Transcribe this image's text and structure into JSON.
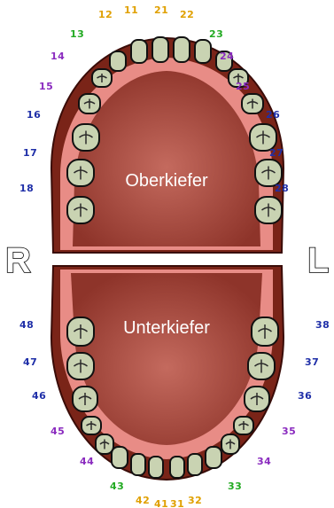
{
  "jaws": {
    "upper_label": "Oberkiefer",
    "lower_label": "Unterkiefer"
  },
  "sides": {
    "right": "R",
    "left": "L"
  },
  "number_colors": {
    "incisor": "#E0A000",
    "canine": "#22AA22",
    "premolar": "#8A2BBF",
    "molar": "#1F2FA8"
  },
  "colors": {
    "gum_outer": "#7A2418",
    "gum_pink": "#E88C86",
    "palate": "#A8463C",
    "tooth": "#C9D3B2",
    "tooth_outline": "#111111"
  },
  "upper_teeth": [
    {
      "number": "18",
      "group": "molar"
    },
    {
      "number": "17",
      "group": "molar"
    },
    {
      "number": "16",
      "group": "molar"
    },
    {
      "number": "15",
      "group": "premolar"
    },
    {
      "number": "14",
      "group": "premolar"
    },
    {
      "number": "13",
      "group": "canine"
    },
    {
      "number": "12",
      "group": "incisor"
    },
    {
      "number": "11",
      "group": "incisor"
    },
    {
      "number": "21",
      "group": "incisor"
    },
    {
      "number": "22",
      "group": "incisor"
    },
    {
      "number": "23",
      "group": "canine"
    },
    {
      "number": "24",
      "group": "premolar"
    },
    {
      "number": "25",
      "group": "premolar"
    },
    {
      "number": "26",
      "group": "molar"
    },
    {
      "number": "27",
      "group": "molar"
    },
    {
      "number": "28",
      "group": "molar"
    }
  ],
  "lower_teeth": [
    {
      "number": "48",
      "group": "molar"
    },
    {
      "number": "47",
      "group": "molar"
    },
    {
      "number": "46",
      "group": "molar"
    },
    {
      "number": "45",
      "group": "premolar"
    },
    {
      "number": "44",
      "group": "premolar"
    },
    {
      "number": "43",
      "group": "canine"
    },
    {
      "number": "42",
      "group": "incisor"
    },
    {
      "number": "41",
      "group": "incisor"
    },
    {
      "number": "31",
      "group": "incisor"
    },
    {
      "number": "32",
      "group": "incisor"
    },
    {
      "number": "33",
      "group": "canine"
    },
    {
      "number": "34",
      "group": "premolar"
    },
    {
      "number": "35",
      "group": "premolar"
    },
    {
      "number": "36",
      "group": "molar"
    },
    {
      "number": "37",
      "group": "molar"
    },
    {
      "number": "38",
      "group": "molar"
    }
  ]
}
